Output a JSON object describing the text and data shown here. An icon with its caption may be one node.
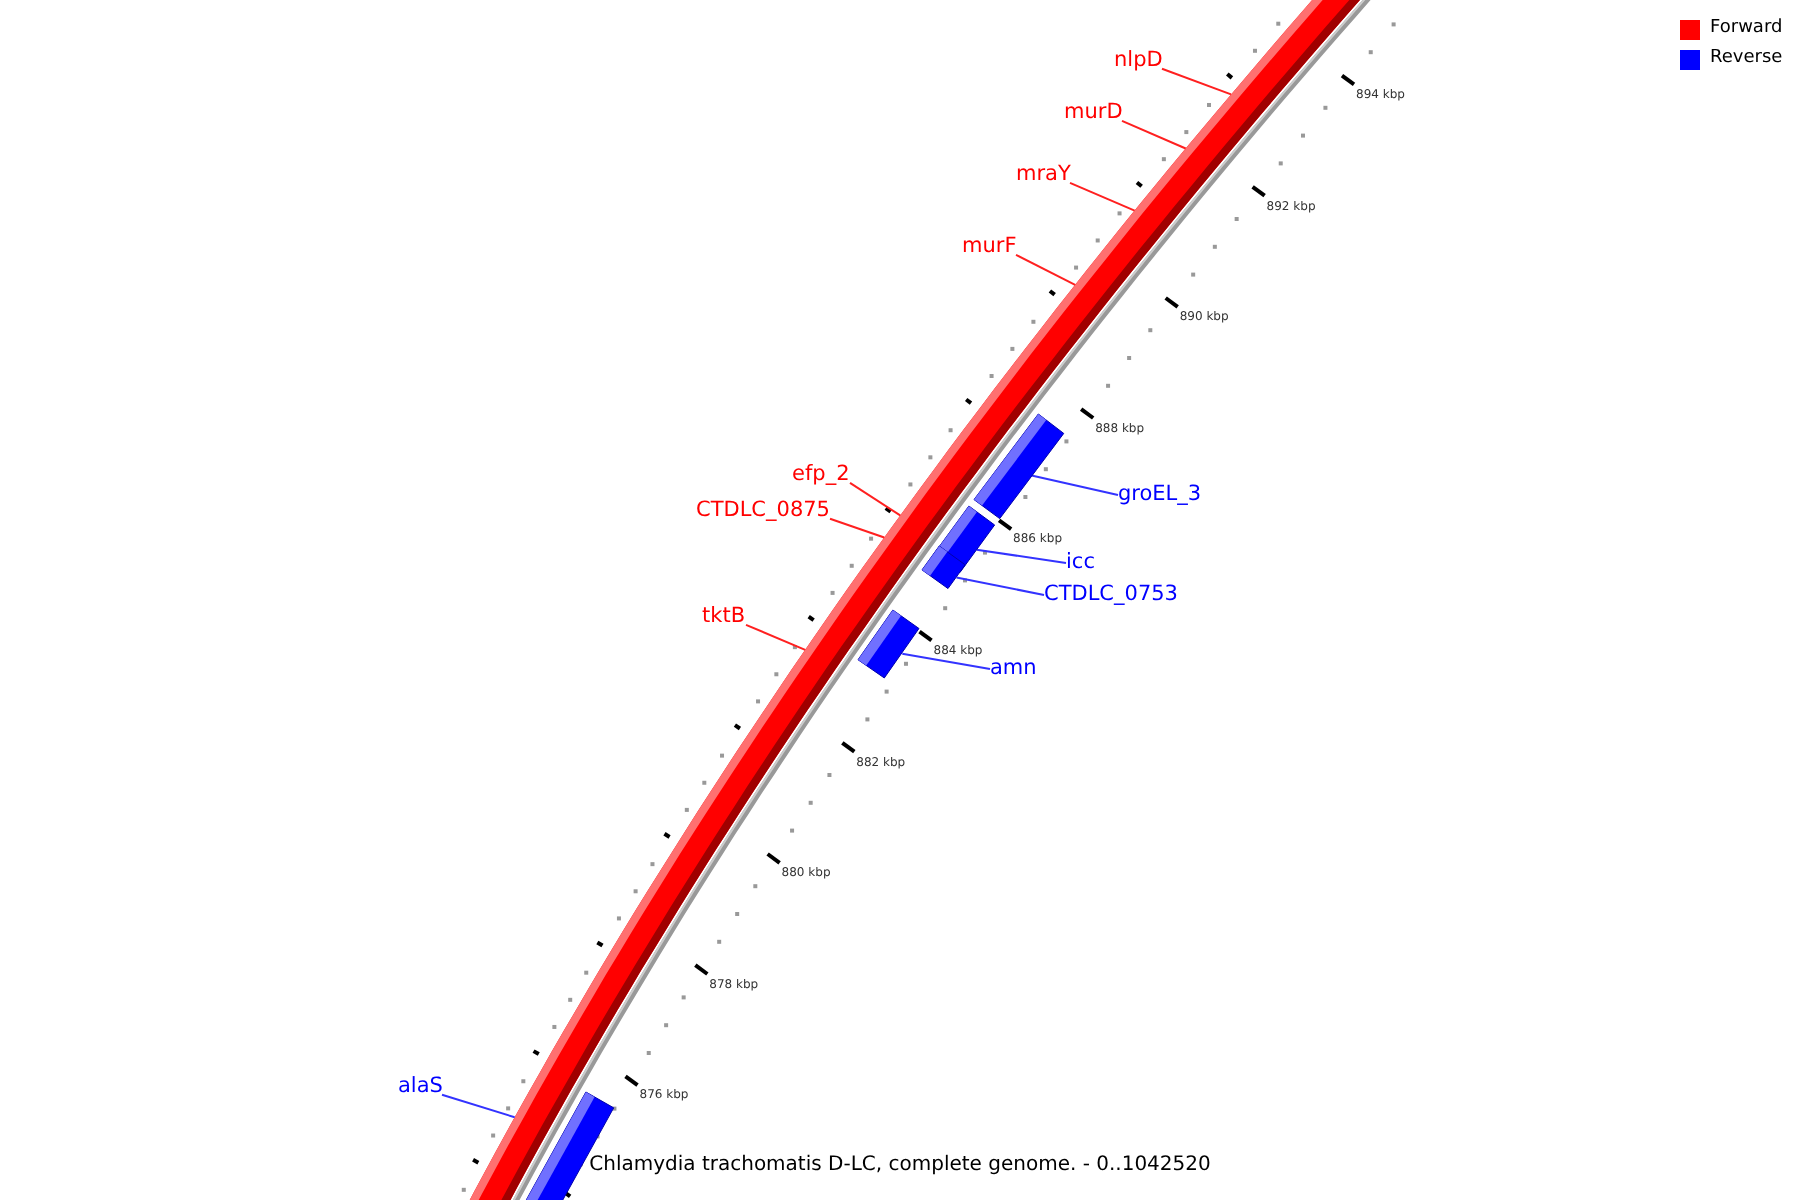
{
  "diagram": {
    "caption": "Chlamydia trachomatis D-LC, complete genome. - 0..1042520",
    "nodes": [
      {
        "text": [
          "nlpD"
        ]
      },
      {
        "text": [
          "murD"
        ]
      },
      {
        "text": [
          "mraY"
        ]
      },
      {
        "text": [
          "murF"
        ]
      },
      {
        "text": [
          "efp_2"
        ]
      },
      {
        "text": [
          "CTDLC_0875"
        ]
      },
      {
        "text": [
          "tktB"
        ]
      },
      {
        "text": [
          "groEL_3"
        ]
      },
      {
        "text": [
          "icc"
        ]
      },
      {
        "text": [
          "CTDLC_0753"
        ]
      },
      {
        "text": [
          "amn"
        ]
      },
      {
        "text": [
          "alaS"
        ]
      },
      {
        "text": [],
        "shape": "bar"
      },
      {
        "text": [],
        "shape": "bar"
      },
      {
        "text": [],
        "shape": "bar"
      },
      {
        "text": [],
        "shape": "bar"
      },
      {
        "text": [],
        "shape": "bar"
      }
    ],
    "edges": [
      {
        "from": 0,
        "to": null,
        "arrow": "none"
      },
      {
        "from": 1,
        "to": null,
        "arrow": "none"
      },
      {
        "from": 2,
        "to": null,
        "arrow": "none"
      },
      {
        "from": 3,
        "to": null,
        "arrow": "none"
      },
      {
        "from": 4,
        "to": null,
        "arrow": "none"
      },
      {
        "from": 5,
        "to": null,
        "arrow": "none"
      },
      {
        "from": 6,
        "to": null,
        "arrow": "none"
      },
      {
        "from": 7,
        "to": 12,
        "arrow": "none",
        "color": "#3333ff"
      },
      {
        "from": 8,
        "to": 13,
        "arrow": "none",
        "color": "#3333ff"
      },
      {
        "from": 9,
        "to": 14,
        "arrow": "none",
        "color": "#3333ff"
      },
      {
        "from": 10,
        "to": 15,
        "arrow": "none",
        "color": "#3333ff"
      },
      {
        "from": 11,
        "to": null,
        "arrow": "none",
        "color": "#3333ff"
      }
    ],
    "labels": [
      "894 kbp",
      "892 kbp",
      "890 kbp",
      "888 kbp",
      "886 kbp",
      "884 kbp",
      "882 kbp",
      "880 kbp",
      "878 kbp",
      "876 kbp"
    ],
    "legend": [
      {
        "text": "Forward",
        "color": "#ff0000"
      },
      {
        "text": "Reverse",
        "color": "#0000ff"
      }
    ]
  }
}
